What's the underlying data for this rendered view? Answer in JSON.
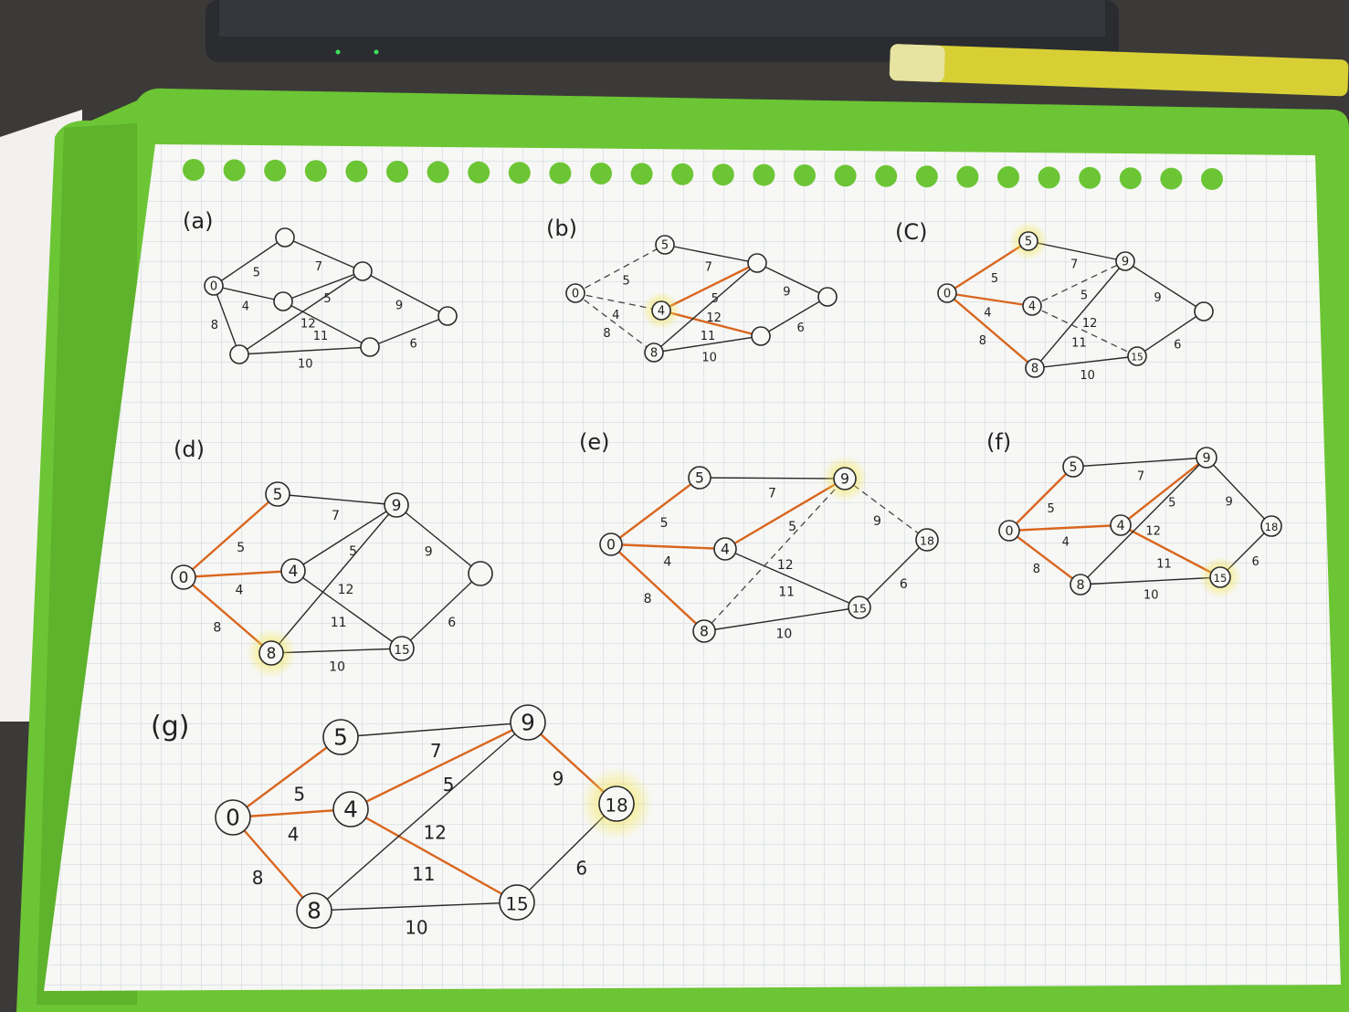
{
  "colors": {
    "desk": "#3b3a38",
    "folder": "#6cc534",
    "folder_dark": "#4e9d22",
    "paper": "#f7f7f5",
    "grid": "#c9d3dc",
    "ink": "#2a2a2a",
    "tree_edge": "#d9661f",
    "highlight": "#f3e64a",
    "dashed": "#444444"
  },
  "diagrams": [
    {
      "id": "a",
      "label": "(a)",
      "nodes": [
        {
          "id": "0",
          "text": "0"
        },
        {
          "id": "A",
          "text": ""
        },
        {
          "id": "B",
          "text": ""
        },
        {
          "id": "C",
          "text": ""
        },
        {
          "id": "D",
          "text": ""
        },
        {
          "id": "E",
          "text": ""
        },
        {
          "id": "F",
          "text": ""
        }
      ],
      "edges": [
        {
          "from": "0",
          "to": "A",
          "w": "5",
          "style": "plain"
        },
        {
          "from": "0",
          "to": "B",
          "w": "4",
          "style": "plain"
        },
        {
          "from": "0",
          "to": "D",
          "w": "8",
          "style": "plain"
        },
        {
          "from": "A",
          "to": "C",
          "w": "7",
          "style": "plain"
        },
        {
          "from": "B",
          "to": "C",
          "w": "5",
          "style": "plain"
        },
        {
          "from": "B",
          "to": "E",
          "w": "11",
          "style": "plain"
        },
        {
          "from": "D",
          "to": "C",
          "w": "12",
          "style": "plain"
        },
        {
          "from": "D",
          "to": "E",
          "w": "10",
          "style": "plain"
        },
        {
          "from": "C",
          "to": "F",
          "w": "9",
          "style": "plain"
        },
        {
          "from": "E",
          "to": "F",
          "w": "6",
          "style": "plain"
        }
      ]
    },
    {
      "id": "b",
      "label": "(b)",
      "nodes": [
        {
          "id": "0",
          "text": "0"
        },
        {
          "id": "A",
          "text": "5"
        },
        {
          "id": "B",
          "text": "4",
          "highlight": true
        },
        {
          "id": "C",
          "text": ""
        },
        {
          "id": "D",
          "text": "8"
        },
        {
          "id": "E",
          "text": ""
        },
        {
          "id": "F",
          "text": ""
        }
      ],
      "edges": [
        {
          "from": "0",
          "to": "A",
          "w": "5",
          "style": "dashed"
        },
        {
          "from": "0",
          "to": "B",
          "w": "4",
          "style": "dashed"
        },
        {
          "from": "0",
          "to": "D",
          "w": "8",
          "style": "dashed"
        },
        {
          "from": "A",
          "to": "C",
          "w": "7",
          "style": "plain"
        },
        {
          "from": "B",
          "to": "C",
          "w": "5",
          "style": "tree"
        },
        {
          "from": "B",
          "to": "E",
          "w": "11",
          "style": "tree"
        },
        {
          "from": "D",
          "to": "C",
          "w": "12",
          "style": "plain"
        },
        {
          "from": "D",
          "to": "E",
          "w": "10",
          "style": "plain"
        },
        {
          "from": "C",
          "to": "F",
          "w": "9",
          "style": "plain"
        },
        {
          "from": "E",
          "to": "F",
          "w": "6",
          "style": "plain"
        }
      ]
    },
    {
      "id": "c",
      "label": "(C)",
      "nodes": [
        {
          "id": "0",
          "text": "0"
        },
        {
          "id": "A",
          "text": "5",
          "highlight": true
        },
        {
          "id": "B",
          "text": "4"
        },
        {
          "id": "C",
          "text": "9"
        },
        {
          "id": "D",
          "text": "8"
        },
        {
          "id": "E",
          "text": "15"
        },
        {
          "id": "F",
          "text": ""
        }
      ],
      "edges": [
        {
          "from": "0",
          "to": "A",
          "w": "5",
          "style": "tree"
        },
        {
          "from": "0",
          "to": "B",
          "w": "4",
          "style": "tree"
        },
        {
          "from": "0",
          "to": "D",
          "w": "8",
          "style": "tree"
        },
        {
          "from": "A",
          "to": "C",
          "w": "7",
          "style": "plain"
        },
        {
          "from": "B",
          "to": "C",
          "w": "5",
          "style": "dashed"
        },
        {
          "from": "B",
          "to": "E",
          "w": "11",
          "style": "dashed"
        },
        {
          "from": "D",
          "to": "C",
          "w": "12",
          "style": "plain"
        },
        {
          "from": "D",
          "to": "E",
          "w": "10",
          "style": "plain"
        },
        {
          "from": "C",
          "to": "F",
          "w": "9",
          "style": "plain"
        },
        {
          "from": "E",
          "to": "F",
          "w": "6",
          "style": "plain"
        }
      ]
    },
    {
      "id": "d",
      "label": "(d)",
      "nodes": [
        {
          "id": "0",
          "text": "0"
        },
        {
          "id": "A",
          "text": "5"
        },
        {
          "id": "B",
          "text": "4"
        },
        {
          "id": "C",
          "text": "9"
        },
        {
          "id": "D",
          "text": "8",
          "highlight": true
        },
        {
          "id": "E",
          "text": "15"
        },
        {
          "id": "F",
          "text": ""
        }
      ],
      "edges": [
        {
          "from": "0",
          "to": "A",
          "w": "5",
          "style": "tree"
        },
        {
          "from": "0",
          "to": "B",
          "w": "4",
          "style": "tree"
        },
        {
          "from": "0",
          "to": "D",
          "w": "8",
          "style": "tree"
        },
        {
          "from": "A",
          "to": "C",
          "w": "7",
          "style": "plain"
        },
        {
          "from": "B",
          "to": "C",
          "w": "5",
          "style": "plain"
        },
        {
          "from": "B",
          "to": "E",
          "w": "11",
          "style": "plain"
        },
        {
          "from": "D",
          "to": "C",
          "w": "12",
          "style": "plain"
        },
        {
          "from": "D",
          "to": "E",
          "w": "10",
          "style": "plain"
        },
        {
          "from": "C",
          "to": "F",
          "w": "9",
          "style": "plain"
        },
        {
          "from": "E",
          "to": "F",
          "w": "6",
          "style": "plain"
        }
      ]
    },
    {
      "id": "e",
      "label": "(e)",
      "nodes": [
        {
          "id": "0",
          "text": "0"
        },
        {
          "id": "A",
          "text": "5"
        },
        {
          "id": "B",
          "text": "4"
        },
        {
          "id": "C",
          "text": "9",
          "highlight": true
        },
        {
          "id": "D",
          "text": "8"
        },
        {
          "id": "E",
          "text": "15"
        },
        {
          "id": "F",
          "text": "18"
        }
      ],
      "edges": [
        {
          "from": "0",
          "to": "A",
          "w": "5",
          "style": "tree"
        },
        {
          "from": "0",
          "to": "B",
          "w": "4",
          "style": "tree"
        },
        {
          "from": "0",
          "to": "D",
          "w": "8",
          "style": "tree"
        },
        {
          "from": "A",
          "to": "C",
          "w": "7",
          "style": "plain"
        },
        {
          "from": "B",
          "to": "C",
          "w": "5",
          "style": "tree"
        },
        {
          "from": "B",
          "to": "E",
          "w": "11",
          "style": "plain"
        },
        {
          "from": "D",
          "to": "C",
          "w": "12",
          "style": "dashed"
        },
        {
          "from": "D",
          "to": "E",
          "w": "10",
          "style": "plain"
        },
        {
          "from": "C",
          "to": "F",
          "w": "9",
          "style": "dashed"
        },
        {
          "from": "E",
          "to": "F",
          "w": "6",
          "style": "plain"
        }
      ]
    },
    {
      "id": "f",
      "label": "(f)",
      "nodes": [
        {
          "id": "0",
          "text": "0"
        },
        {
          "id": "A",
          "text": "5"
        },
        {
          "id": "B",
          "text": "4"
        },
        {
          "id": "C",
          "text": "9"
        },
        {
          "id": "D",
          "text": "8"
        },
        {
          "id": "E",
          "text": "15",
          "highlight": true
        },
        {
          "id": "F",
          "text": "18"
        }
      ],
      "edges": [
        {
          "from": "0",
          "to": "A",
          "w": "5",
          "style": "tree"
        },
        {
          "from": "0",
          "to": "B",
          "w": "4",
          "style": "tree"
        },
        {
          "from": "0",
          "to": "D",
          "w": "8",
          "style": "tree"
        },
        {
          "from": "A",
          "to": "C",
          "w": "7",
          "style": "plain"
        },
        {
          "from": "B",
          "to": "C",
          "w": "5",
          "style": "tree"
        },
        {
          "from": "B",
          "to": "E",
          "w": "11",
          "style": "tree"
        },
        {
          "from": "D",
          "to": "C",
          "w": "12",
          "style": "plain"
        },
        {
          "from": "D",
          "to": "E",
          "w": "10",
          "style": "plain"
        },
        {
          "from": "C",
          "to": "F",
          "w": "9",
          "style": "plain"
        },
        {
          "from": "E",
          "to": "F",
          "w": "6",
          "style": "plain"
        }
      ]
    },
    {
      "id": "g",
      "label": "(g)",
      "nodes": [
        {
          "id": "0",
          "text": "0"
        },
        {
          "id": "A",
          "text": "5"
        },
        {
          "id": "B",
          "text": "4"
        },
        {
          "id": "C",
          "text": "9"
        },
        {
          "id": "D",
          "text": "8"
        },
        {
          "id": "E",
          "text": "15"
        },
        {
          "id": "F",
          "text": "18",
          "highlight": true
        }
      ],
      "edges": [
        {
          "from": "0",
          "to": "A",
          "w": "5",
          "style": "tree"
        },
        {
          "from": "0",
          "to": "B",
          "w": "4",
          "style": "tree"
        },
        {
          "from": "0",
          "to": "D",
          "w": "8",
          "style": "tree"
        },
        {
          "from": "A",
          "to": "C",
          "w": "7",
          "style": "plain"
        },
        {
          "from": "B",
          "to": "C",
          "w": "5",
          "style": "tree"
        },
        {
          "from": "B",
          "to": "E",
          "w": "11",
          "style": "tree"
        },
        {
          "from": "D",
          "to": "C",
          "w": "12",
          "style": "plain"
        },
        {
          "from": "D",
          "to": "E",
          "w": "10",
          "style": "plain"
        },
        {
          "from": "C",
          "to": "F",
          "w": "9",
          "style": "tree"
        },
        {
          "from": "E",
          "to": "F",
          "w": "6",
          "style": "plain"
        }
      ]
    }
  ]
}
